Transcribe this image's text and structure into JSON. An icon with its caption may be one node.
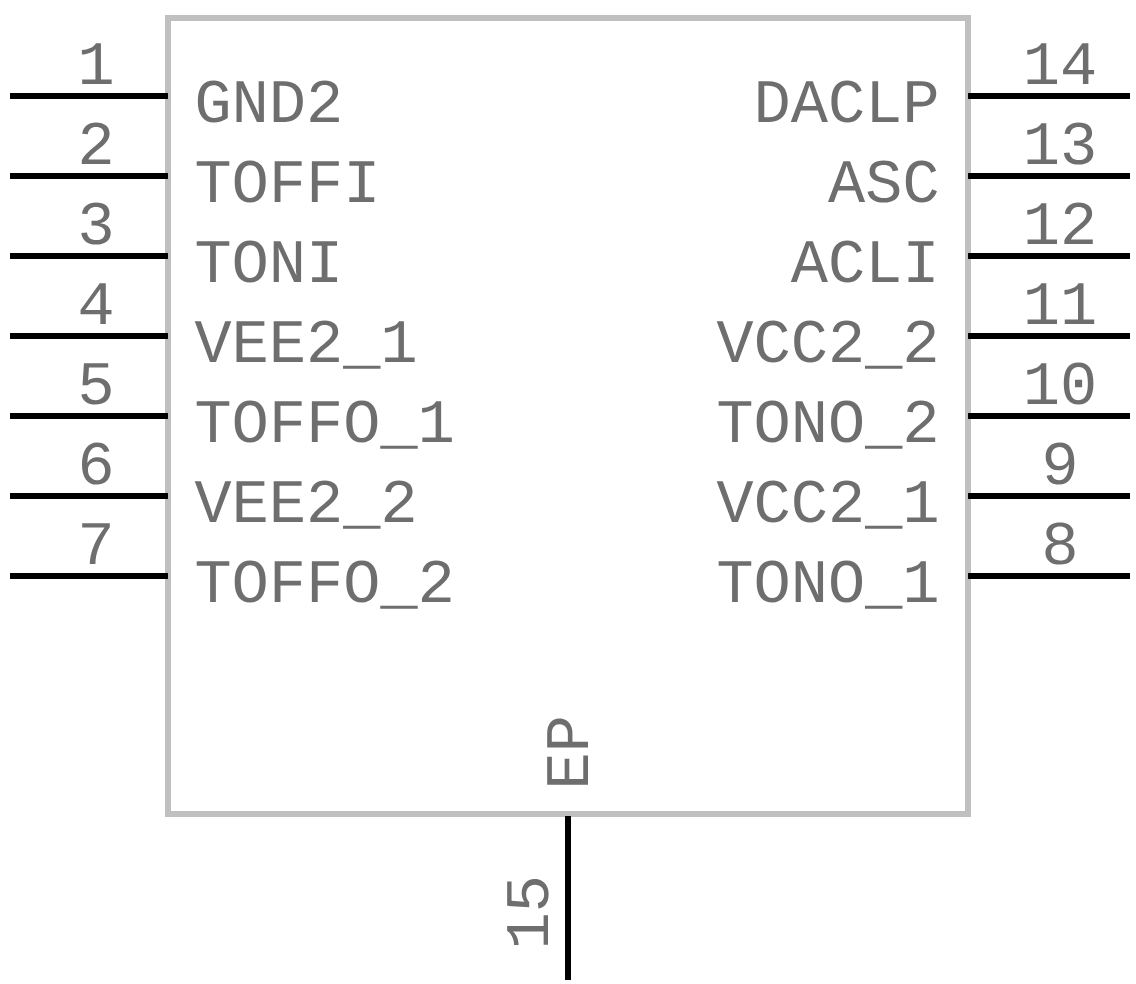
{
  "diagram": {
    "labels": [
      "1",
      "14",
      "GND2",
      "DACLP",
      "2",
      "13",
      "TOFFI",
      "ASC",
      "3",
      "12",
      "TONI",
      "ACLI",
      "4",
      "11",
      "VEE2_1",
      "VCC2_2",
      "5",
      "10",
      "TOFFO_1",
      "TONO_2",
      "6",
      "9",
      "VEE2_2",
      "VCC2_1",
      "7",
      "8",
      "TOFFO_2",
      "TONO_1",
      "EP",
      "15"
    ]
  }
}
